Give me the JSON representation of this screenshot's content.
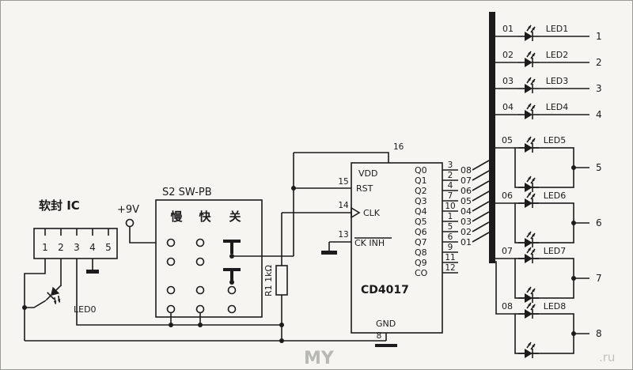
{
  "left_ic": {
    "label": "软封 IC",
    "pins": [
      "1",
      "2",
      "3",
      "4",
      "5"
    ],
    "led_label": "LED0"
  },
  "power": {
    "label": "+9V"
  },
  "switch": {
    "title": "S2 SW-PB",
    "modes": [
      "慢",
      "快",
      "关"
    ]
  },
  "resistor": {
    "label": "R1 1kΩ"
  },
  "chip": {
    "name": "CD4017",
    "vdd": {
      "label": "VDD",
      "pin": "16"
    },
    "rst": {
      "label": "RST",
      "pin": "15"
    },
    "clk": {
      "label": "CLK",
      "pin": "14"
    },
    "ckinh": {
      "label": "CK INH",
      "pin": "13"
    },
    "gnd": {
      "label": "GND",
      "pin": "8"
    },
    "outputs": [
      {
        "name": "Q0",
        "pin": "3",
        "wire": "08"
      },
      {
        "name": "Q1",
        "pin": "2",
        "wire": "07"
      },
      {
        "name": "Q2",
        "pin": "4",
        "wire": "06"
      },
      {
        "name": "Q3",
        "pin": "7",
        "wire": "05"
      },
      {
        "name": "Q4",
        "pin": "10",
        "wire": "04"
      },
      {
        "name": "Q5",
        "pin": "1",
        "wire": "03"
      },
      {
        "name": "Q6",
        "pin": "5",
        "wire": "02"
      },
      {
        "name": "Q7",
        "pin": "6",
        "wire": "01"
      },
      {
        "name": "Q8",
        "pin": "9",
        "wire": ""
      },
      {
        "name": "Q9",
        "pin": "11",
        "wire": ""
      },
      {
        "name": "CO",
        "pin": "12",
        "wire": ""
      }
    ]
  },
  "leds": [
    {
      "wire": "01",
      "label": "LED1",
      "num": "1"
    },
    {
      "wire": "02",
      "label": "LED2",
      "num": "2"
    },
    {
      "wire": "03",
      "label": "LED3",
      "num": "3"
    },
    {
      "wire": "04",
      "label": "LED4",
      "num": "4"
    },
    {
      "wire": "05",
      "label": "LED5",
      "num": "5"
    },
    {
      "wire": "06",
      "label": "LED6",
      "num": "6"
    },
    {
      "wire": "07",
      "label": "LED7",
      "num": "7"
    },
    {
      "wire": "08",
      "label": "LED8",
      "num": "8"
    }
  ],
  "watermark": {
    "left": "MY",
    "right": ".ru"
  }
}
